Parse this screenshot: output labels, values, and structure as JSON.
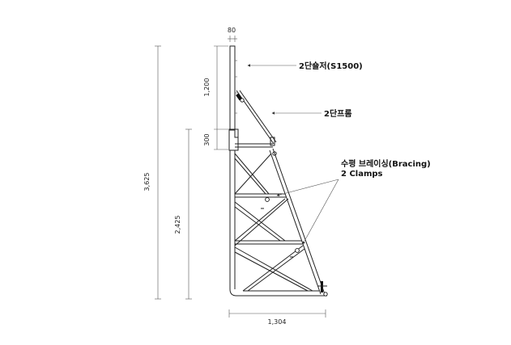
{
  "dimensions": {
    "top_width": "80",
    "upper_height": "1,200",
    "middle_height": "300",
    "total_height": "3,625",
    "lower_height": "2,425",
    "base_width": "1,304"
  },
  "labels": {
    "form_2nd": "2단숄저(S1500)",
    "platform_2nd": "2단프롬",
    "bracing_line1": "수평 브레이싱(Bracing)",
    "bracing_line2": "2 Clamps"
  },
  "colors": {
    "line": "#222222",
    "background": "#ffffff"
  }
}
